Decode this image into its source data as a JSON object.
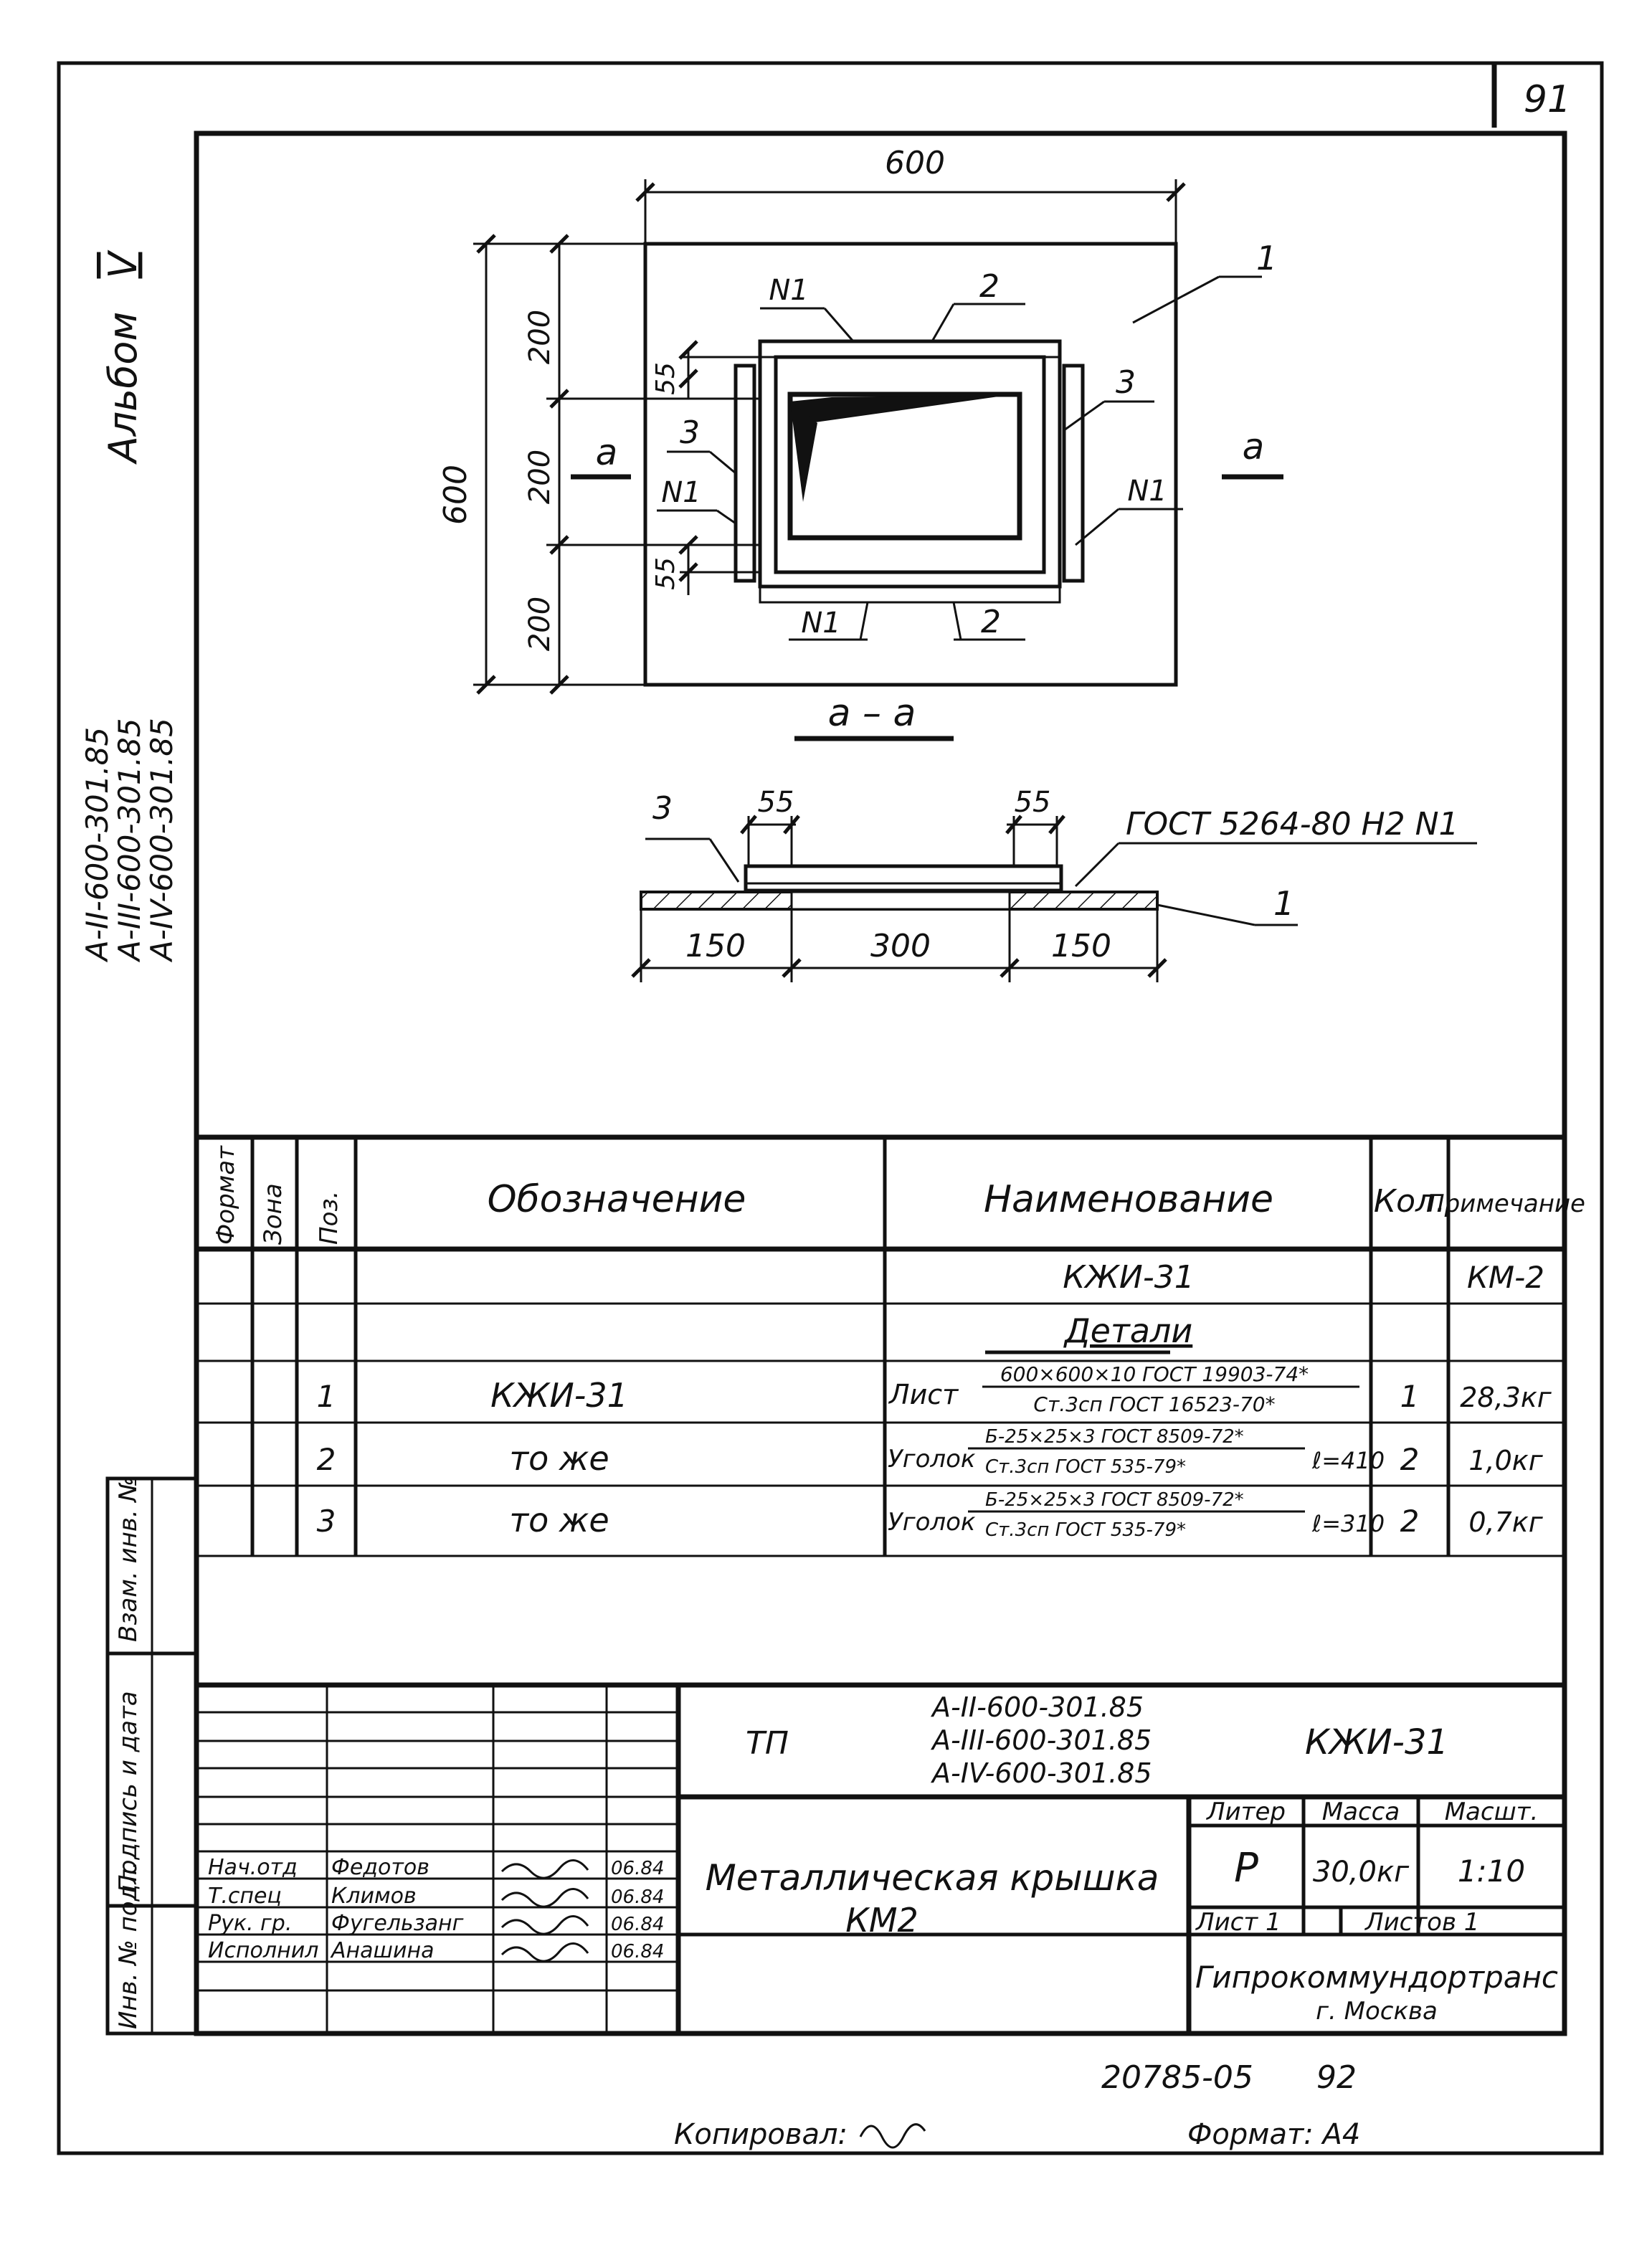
{
  "sheet_number": "91",
  "album": {
    "label": "Альбом",
    "numeral": "V"
  },
  "side_codes": [
    "А-II-600-301.85",
    "А-III-600-301.85",
    "А-IV-600-301.85"
  ],
  "side_stamp": {
    "inv_zam": "Взам. инв. №",
    "sign_date": "Подпись и дата",
    "inv_orig": "Инв. № подл."
  },
  "plan_view": {
    "dims": {
      "top_width": "600",
      "left_height": "600",
      "seg_top": "200",
      "seg_mid": "200",
      "seg_bot": "200",
      "offset_top": "55",
      "offset_bot": "55"
    },
    "callouts": {
      "pos1": "1",
      "pos2_top": "2",
      "pos2_bot": "2",
      "pos3_left": "3",
      "pos3_right": "3",
      "weld_top": "N1",
      "weld_left": "N1",
      "weld_right": "N1",
      "weld_bot": "N1"
    },
    "cut_left": "а",
    "cut_right": "а"
  },
  "section_view": {
    "title": "а – а",
    "dims": {
      "d55_left": "55",
      "d55_right": "55",
      "d150_left": "150",
      "d300": "300",
      "d150_right": "150"
    },
    "callouts": {
      "pos3": "3",
      "pos1": "1",
      "weld": "ГОСТ 5264-80 Н2 N1"
    }
  },
  "spec_table": {
    "headers": {
      "format": "Формат",
      "zone": "Зона",
      "pos": "Поз.",
      "designation": "Обозначение",
      "name": "Наименование",
      "qty": "Кол.",
      "note": "Примечание"
    },
    "assembly": {
      "name": "КЖИ-31",
      "note": "КМ-2"
    },
    "section": "Детали",
    "rows": [
      {
        "pos": "1",
        "designation": "КЖИ-31",
        "kind": "Лист",
        "upper": "600×600×10 ГОСТ 19903-74*",
        "lower": "Ст.3сп ГОСТ 16523-70*",
        "extra": "",
        "qty": "1",
        "note": "28,3кг"
      },
      {
        "pos": "2",
        "designation": "то же",
        "kind": "Уголок",
        "upper": "Б-25×25×3 ГОСТ 8509-72*",
        "lower": "Ст.3сп ГОСТ 535-79*",
        "extra": "ℓ=410",
        "qty": "2",
        "note": "1,0кг"
      },
      {
        "pos": "3",
        "designation": "то же",
        "kind": "Уголок",
        "upper": "Б-25×25×3 ГОСТ 8509-72*",
        "lower": "Ст.3сп ГОСТ 535-79*",
        "extra": "ℓ=310",
        "qty": "2",
        "note": "0,7кг"
      }
    ]
  },
  "title_block": {
    "tp": "ТП",
    "codes": [
      "А-II-600-301.85",
      "А-III-600-301.85",
      "А-IV-600-301.85"
    ],
    "doc": "КЖИ-31",
    "title_line1": "Металлическая крышка",
    "title_line2": "КМ2",
    "liter_label": "Литер",
    "mass_label": "Масса",
    "scale_label": "Масшт.",
    "liter": "Р",
    "mass": "30,0кг",
    "scale": "1:10",
    "sheet": "Лист 1",
    "sheets": "Листов 1",
    "org": "Гипрокоммундортранс",
    "city": "г. Москва",
    "signatures": [
      {
        "role": "Нач.отд",
        "name": "Федотов",
        "date": "06.84"
      },
      {
        "role": "Т.спец",
        "name": "Климов",
        "date": "06.84"
      },
      {
        "role": "Рук. гр.",
        "name": "Фугельзанг",
        "date": "06.84"
      },
      {
        "role": "Исполнил",
        "name": "Анашина",
        "date": "06.84"
      }
    ]
  },
  "footer": {
    "archive": "20785-05",
    "page": "92",
    "copied": "Копировал:",
    "format": "Формат: А4"
  }
}
